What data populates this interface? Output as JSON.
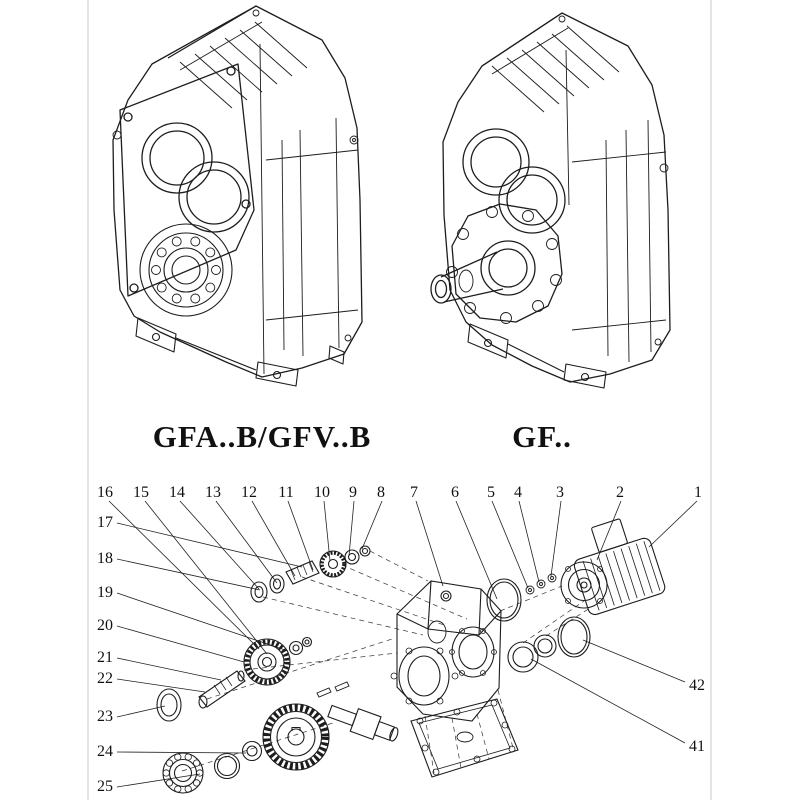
{
  "figure_captions": {
    "left": "GFA..B/GFV..B",
    "right": "GF.."
  },
  "exploded_view": {
    "top_row_labels": [
      "16",
      "15",
      "14",
      "13",
      "12",
      "11",
      "10",
      "9",
      "8",
      "7",
      "6",
      "5",
      "4",
      "3",
      "2",
      "1"
    ],
    "left_column_labels": [
      "17",
      "18",
      "19",
      "20",
      "21",
      "22",
      "23",
      "24",
      "25"
    ],
    "right_labels": [
      "42",
      "41"
    ]
  },
  "colors": {
    "line": "#1d1d1d",
    "background": "#ffffff"
  }
}
